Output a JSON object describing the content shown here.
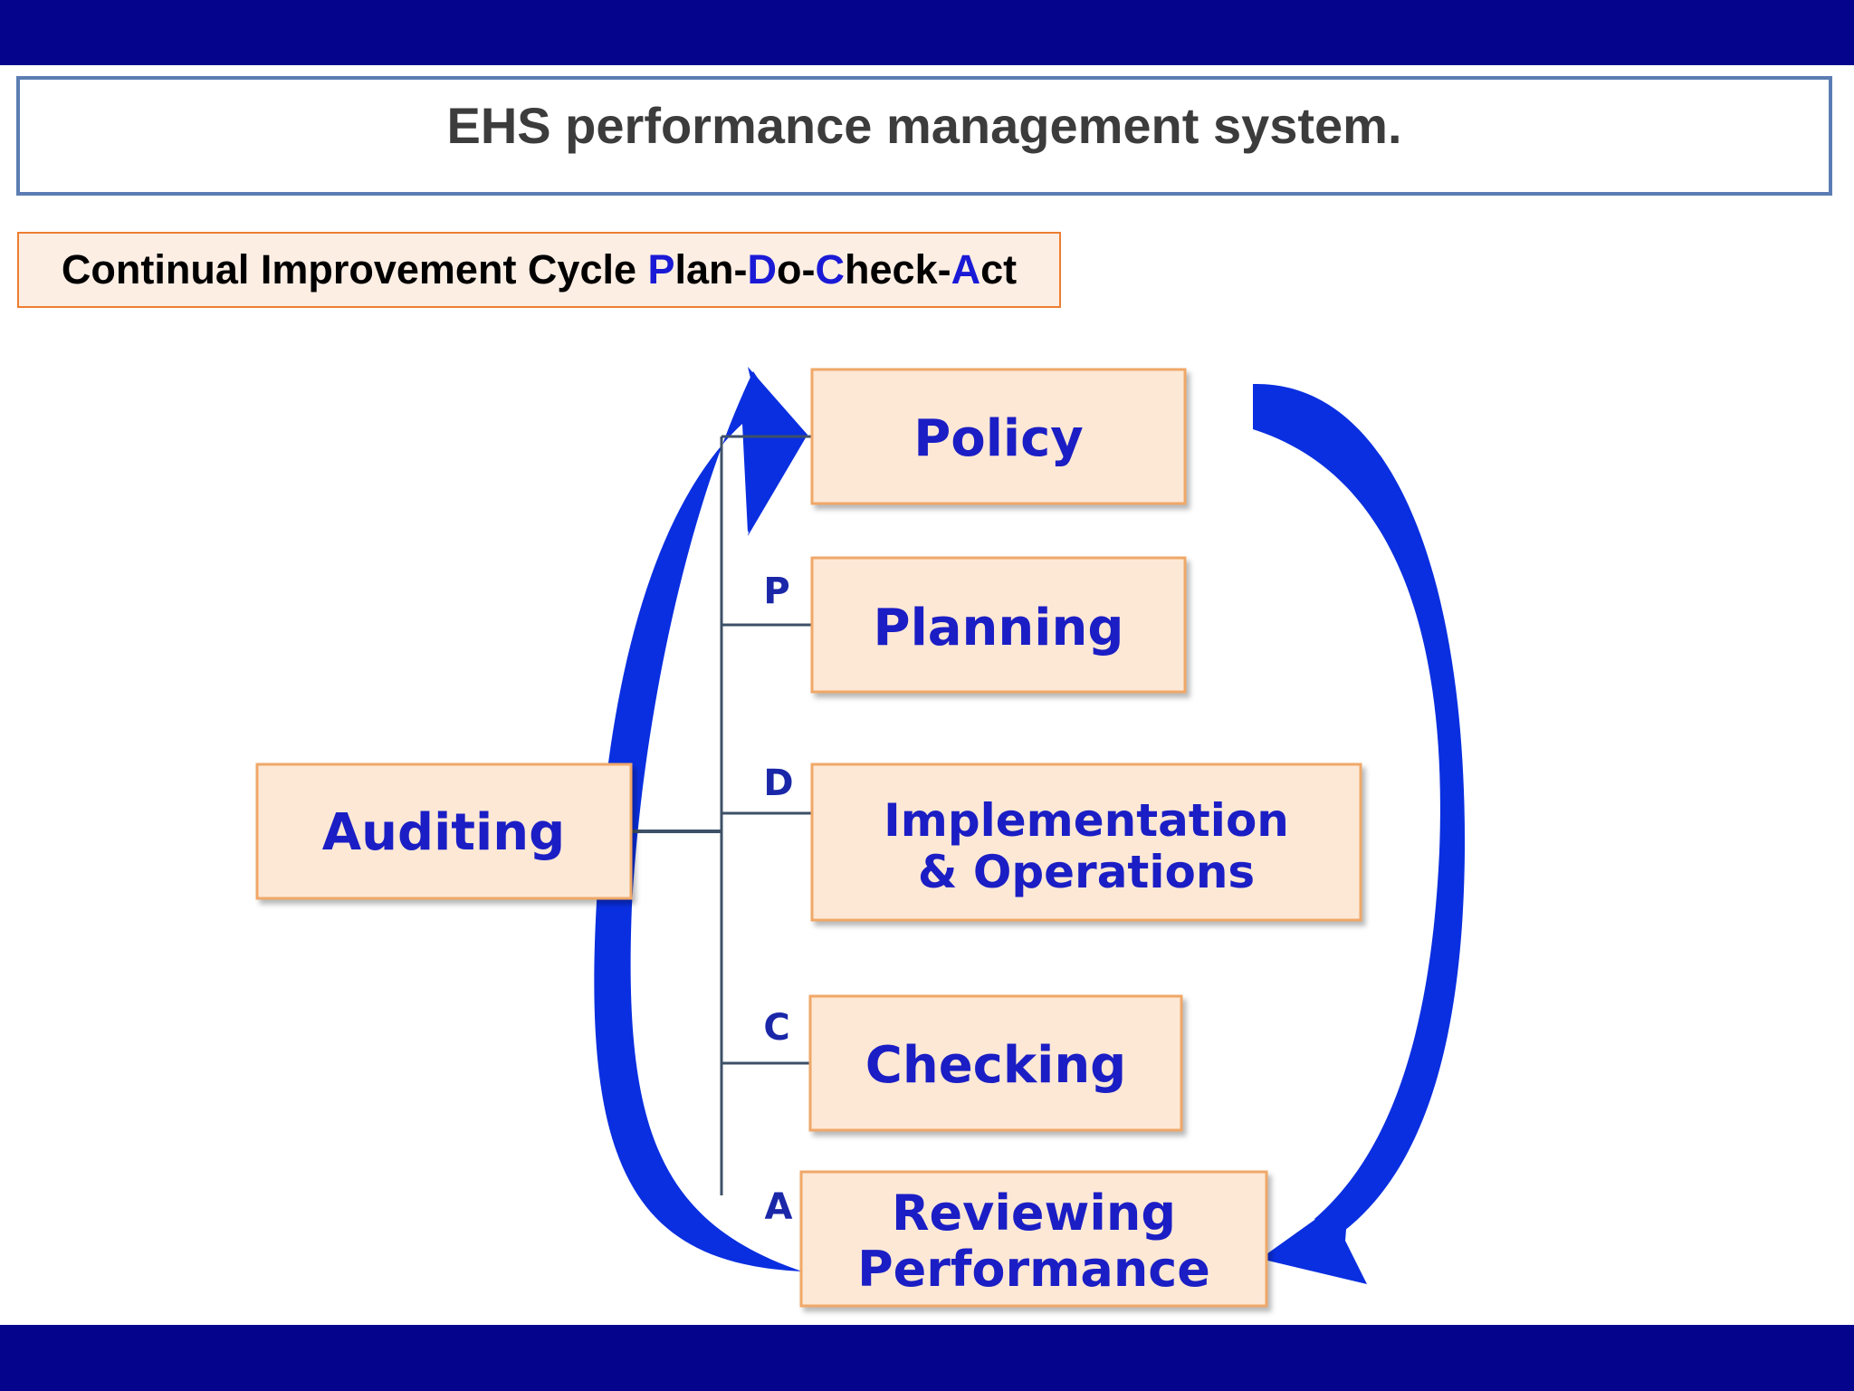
{
  "header": {
    "title": "EHS performance management system."
  },
  "cycle": {
    "parts": [
      {
        "text": "Continual Improvement Cycle ",
        "hl": false
      },
      {
        "text": "P",
        "hl": true
      },
      {
        "text": "lan-",
        "hl": false
      },
      {
        "text": "D",
        "hl": true
      },
      {
        "text": "o-",
        "hl": false
      },
      {
        "text": "C",
        "hl": true
      },
      {
        "text": "heck-",
        "hl": false
      },
      {
        "text": "A",
        "hl": true
      },
      {
        "text": "ct",
        "hl": false
      }
    ]
  },
  "diagram": {
    "nodes": {
      "policy": [
        "Policy"
      ],
      "planning": [
        "Planning"
      ],
      "implementation": [
        "Implementation",
        "& Operations"
      ],
      "checking": [
        "Checking"
      ],
      "reviewing": [
        "Reviewing",
        "Performance"
      ],
      "auditing": [
        "Auditing"
      ]
    },
    "letters": {
      "p": "P",
      "d": "D",
      "c": "C",
      "a": "A"
    }
  },
  "colors": {
    "band": "#04048c",
    "arrow": "#0a2fe0",
    "box_fill": "#fde8d6",
    "box_border": "#f0a868",
    "text_blue": "#1b1ec4"
  }
}
